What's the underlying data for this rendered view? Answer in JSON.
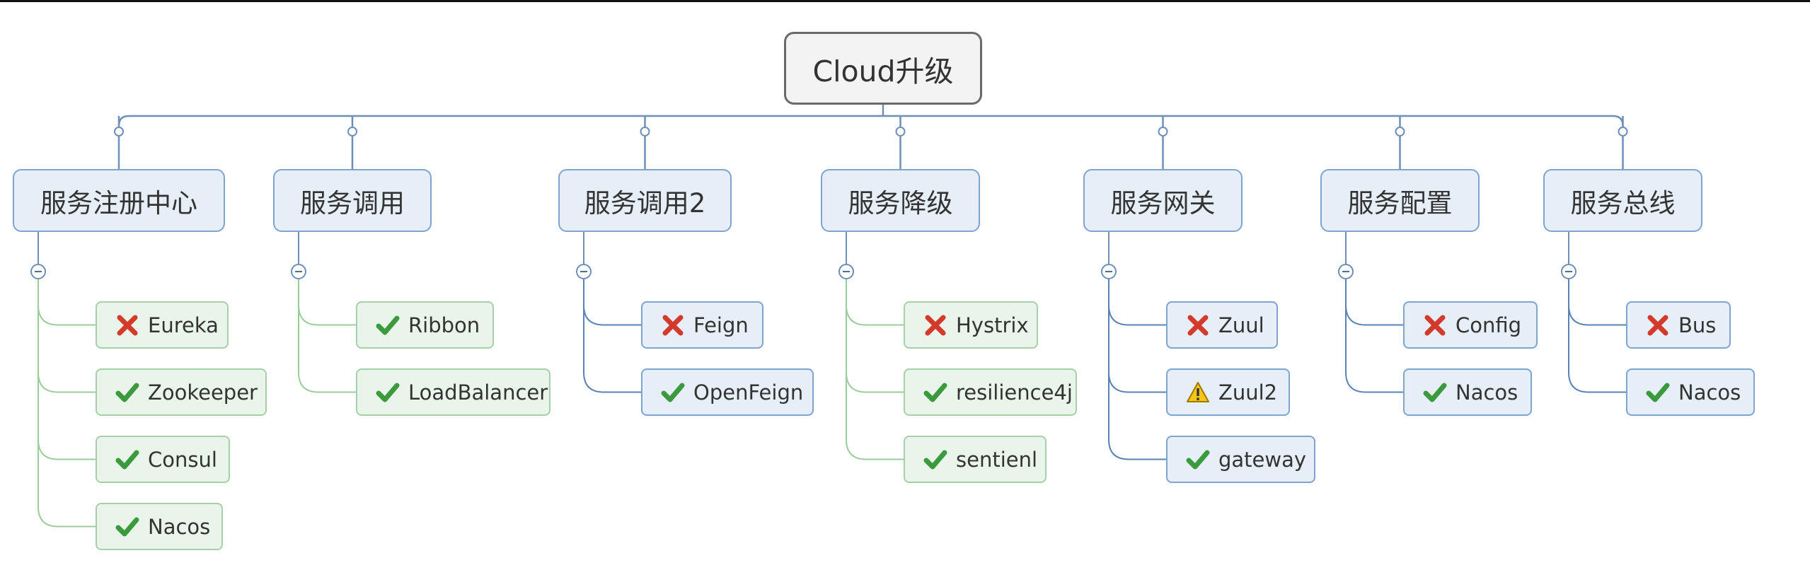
{
  "root": {
    "label": "Cloud升级"
  },
  "categories": [
    {
      "label": "服务注册中心",
      "items": [
        {
          "label": "Eureka",
          "status": "x-icon"
        },
        {
          "label": "Zookeeper",
          "status": "check-icon"
        },
        {
          "label": "Consul",
          "status": "check-icon"
        },
        {
          "label": "Nacos",
          "status": "check-icon"
        }
      ]
    },
    {
      "label": "服务调用",
      "items": [
        {
          "label": "Ribbon",
          "status": "check-icon"
        },
        {
          "label": "LoadBalancer",
          "status": "check-icon"
        }
      ]
    },
    {
      "label": "服务调用2",
      "items": [
        {
          "label": "Feign",
          "status": "x-icon"
        },
        {
          "label": "OpenFeign",
          "status": "check-icon"
        }
      ]
    },
    {
      "label": "服务降级",
      "items": [
        {
          "label": "Hystrix",
          "status": "x-icon"
        },
        {
          "label": "resilience4j",
          "status": "check-icon"
        },
        {
          "label": "sentienl",
          "status": "check-icon"
        }
      ]
    },
    {
      "label": "服务网关",
      "items": [
        {
          "label": "Zuul",
          "status": "x-icon"
        },
        {
          "label": "Zuul2",
          "status": "warning-icon"
        },
        {
          "label": "gateway",
          "status": "check-icon"
        }
      ]
    },
    {
      "label": "服务配置",
      "items": [
        {
          "label": "Config",
          "status": "x-icon"
        },
        {
          "label": "Nacos",
          "status": "check-icon"
        }
      ]
    },
    {
      "label": "服务总线",
      "items": [
        {
          "label": "Bus",
          "status": "x-icon"
        },
        {
          "label": "Nacos",
          "status": "check-icon"
        }
      ]
    }
  ],
  "colors": {
    "link": "#6f8fb8",
    "leaf_link_green": "#9ccc9e",
    "leaf_link_blue": "#5a82b4",
    "check": "#3c9a3e",
    "cross": "#d43a2c",
    "warning": "#f5c518"
  }
}
